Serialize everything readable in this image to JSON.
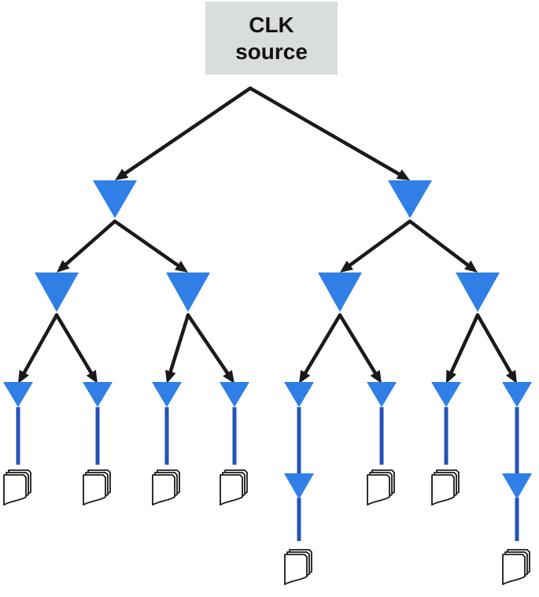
{
  "source": {
    "line1": "CLK",
    "line2": "source"
  },
  "colors": {
    "buffer": "#2f7fe6",
    "wire": "#1a1a1a",
    "leaf_wire": "#2553b5",
    "box": "#d9dedd",
    "sink_fill": "#ffffff",
    "sink_stroke": "#1a1a1a"
  },
  "icons": {
    "buffer": "triangle-down-buffer-icon",
    "sink": "register-stack-icon"
  },
  "structure": {
    "levels": 3,
    "fanout": 2,
    "leaf_buffers": 8,
    "sinks": 8,
    "extra_buffers_on_leaves": [
      4,
      7
    ]
  }
}
